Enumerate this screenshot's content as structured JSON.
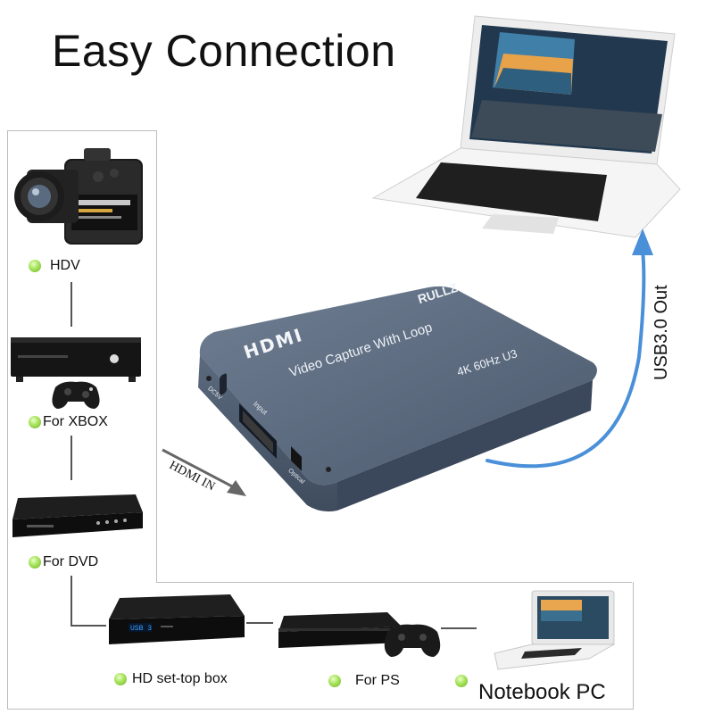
{
  "title": "Easy Connection",
  "device": {
    "brand": "RULLZ",
    "logo": "HDMI",
    "name": "Video Capture With Loop",
    "spec": "4K 60Hz U3",
    "port_power": "DC5V",
    "port_input": "Input",
    "port_optical": "Optical"
  },
  "arrows": {
    "hdmi_in": "HDMI IN",
    "usb_out": "USB3.0 Out"
  },
  "sources": [
    {
      "label": "HDV",
      "icon": "camcorder-icon"
    },
    {
      "label": "For XBOX",
      "icon": "xbox-console-icon"
    },
    {
      "label": "For DVD",
      "icon": "dvd-player-icon"
    },
    {
      "label": "HD set-top box",
      "icon": "set-top-box-icon"
    },
    {
      "label": "For PS",
      "icon": "playstation-console-icon"
    },
    {
      "label": "Notebook PC",
      "icon": "notebook-icon"
    }
  ],
  "colors": {
    "device_body": "#4f5e73",
    "bullet_green": "#8fd14f",
    "usb_arrow": "#4a90d9",
    "frame": "#bdbdbd"
  }
}
